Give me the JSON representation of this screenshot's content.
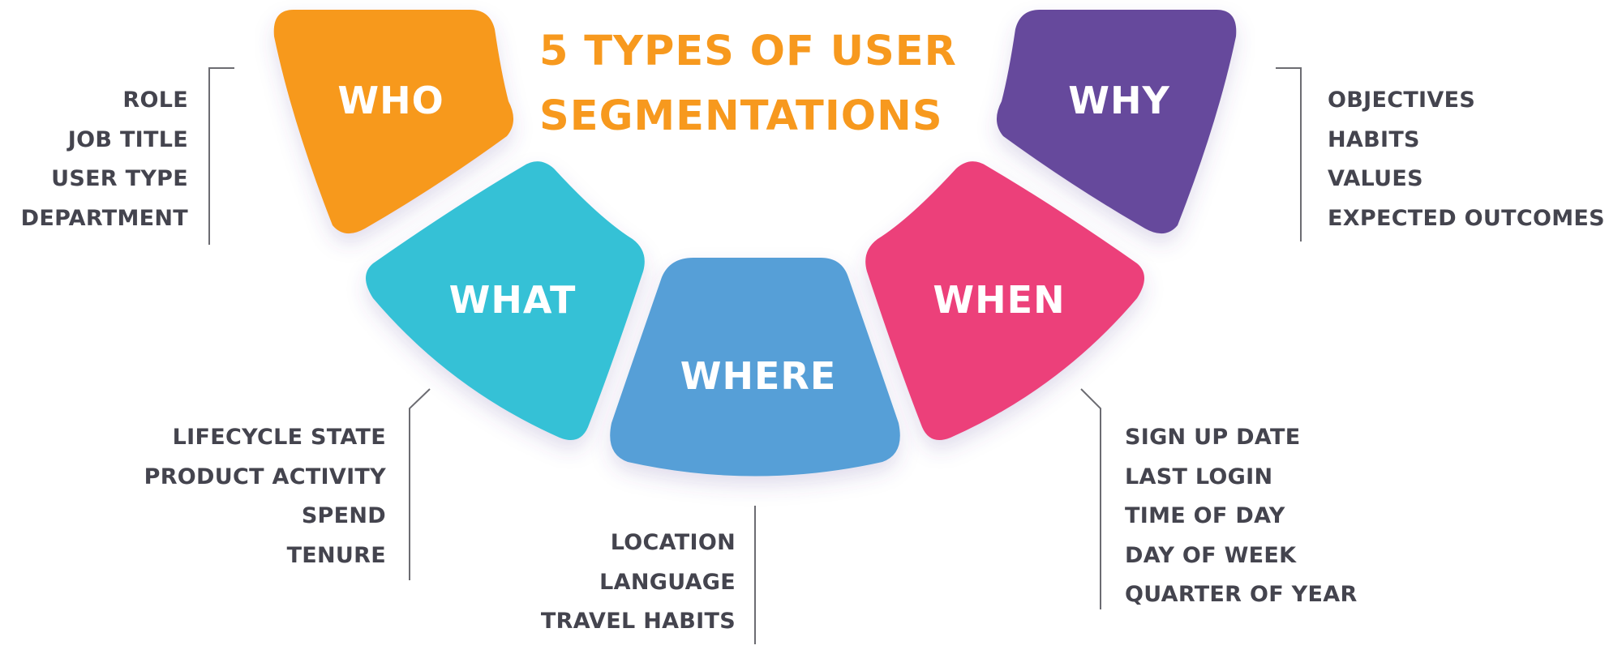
{
  "title": {
    "line1": "5 TYPES OF USER",
    "line2": "SEGMENTATIONS",
    "color": "#F7991E"
  },
  "text_color": "#44444E",
  "segments": [
    {
      "id": "who",
      "label": "WHO",
      "color": "#F7991E",
      "items": [
        "ROLE",
        "JOB TITLE",
        "USER TYPE",
        "DEPARTMENT"
      ]
    },
    {
      "id": "what",
      "label": "WHAT",
      "color": "#35C1D6",
      "items": [
        "LIFECYCLE STATE",
        "PRODUCT ACTIVITY",
        "SPEND",
        "TENURE"
      ]
    },
    {
      "id": "where",
      "label": "WHERE",
      "color": "#569FD7",
      "items": [
        "LOCATION",
        "LANGUAGE",
        "TRAVEL HABITS"
      ]
    },
    {
      "id": "when",
      "label": "WHEN",
      "color": "#EC3F7A",
      "items": [
        "SIGN UP DATE",
        "LAST LOGIN",
        "TIME OF DAY",
        "DAY OF WEEK",
        "QUARTER OF YEAR"
      ]
    },
    {
      "id": "why",
      "label": "WHY",
      "color": "#66499C",
      "items": [
        "OBJECTIVES",
        "HABITS",
        "VALUES",
        "EXPECTED OUTCOMES"
      ]
    }
  ]
}
